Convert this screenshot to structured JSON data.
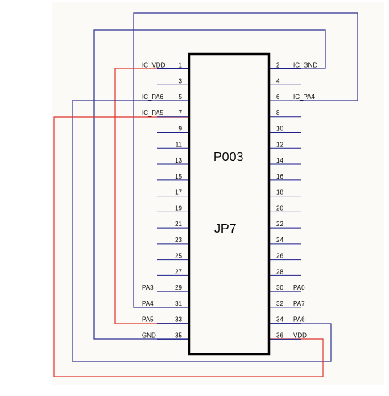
{
  "component": {
    "refdes": "P003",
    "name": "JP7"
  },
  "colors": {
    "background": "#fcfaf6",
    "wire_blue": "#2b2f8f",
    "wire_red": "#e0322c",
    "pin_line": "#1a1f8a",
    "body": "#000000"
  },
  "left_pins": [
    {
      "num": "1",
      "net": "IC_VDD"
    },
    {
      "num": "3",
      "net": ""
    },
    {
      "num": "5",
      "net": "IC_PA6"
    },
    {
      "num": "7",
      "net": "IC_PA5"
    },
    {
      "num": "9",
      "net": ""
    },
    {
      "num": "11",
      "net": ""
    },
    {
      "num": "13",
      "net": ""
    },
    {
      "num": "15",
      "net": ""
    },
    {
      "num": "17",
      "net": ""
    },
    {
      "num": "19",
      "net": ""
    },
    {
      "num": "21",
      "net": ""
    },
    {
      "num": "23",
      "net": ""
    },
    {
      "num": "25",
      "net": ""
    },
    {
      "num": "27",
      "net": ""
    },
    {
      "num": "29",
      "net": "PA3"
    },
    {
      "num": "31",
      "net": "PA4"
    },
    {
      "num": "33",
      "net": "PA5"
    },
    {
      "num": "35",
      "net": "GND"
    }
  ],
  "right_pins": [
    {
      "num": "2",
      "net": "IC_GND"
    },
    {
      "num": "4",
      "net": ""
    },
    {
      "num": "6",
      "net": "IC_PA4"
    },
    {
      "num": "8",
      "net": ""
    },
    {
      "num": "10",
      "net": ""
    },
    {
      "num": "12",
      "net": ""
    },
    {
      "num": "14",
      "net": ""
    },
    {
      "num": "16",
      "net": ""
    },
    {
      "num": "18",
      "net": ""
    },
    {
      "num": "20",
      "net": ""
    },
    {
      "num": "22",
      "net": ""
    },
    {
      "num": "24",
      "net": ""
    },
    {
      "num": "26",
      "net": ""
    },
    {
      "num": "28",
      "net": ""
    },
    {
      "num": "30",
      "net": "PA0"
    },
    {
      "num": "32",
      "net": "PA7"
    },
    {
      "num": "34",
      "net": "PA6"
    },
    {
      "num": "36",
      "net": "VDD"
    }
  ]
}
